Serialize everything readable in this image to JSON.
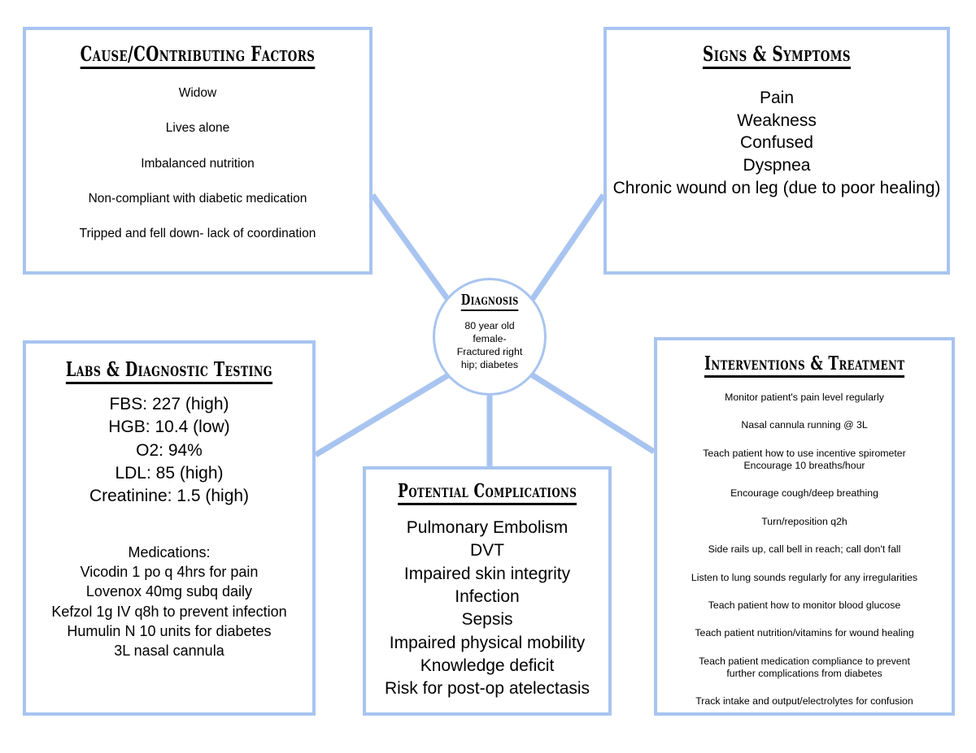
{
  "diagram": {
    "type": "concept-map",
    "colors": {
      "node_border": "#a8c4f0",
      "connector": "#a8c4f0",
      "text": "#000000",
      "background": "#ffffff"
    },
    "center": {
      "heading": "Diagnosis",
      "lines": [
        "80 year old",
        "female-",
        "Fractured right",
        "hip; diabetes"
      ]
    },
    "nodes": [
      {
        "id": "cause",
        "heading": "Cause/COntributing Factors",
        "lines": [
          "Widow",
          "Lives alone",
          "Imbalanced nutrition",
          "Non-compliant with diabetic medication",
          "Tripped and fell down- lack of coordination"
        ]
      },
      {
        "id": "signs",
        "heading": "Signs & Symptoms",
        "lines": [
          "Pain",
          "Weakness",
          "Confused",
          "Dyspnea",
          "Chronic wound on leg (due to poor healing)"
        ]
      },
      {
        "id": "labs",
        "heading": "Labs & Diagnostic Testing",
        "lines": [
          "FBS: 227 (high)",
          "HGB: 10.4 (low)",
          "O2: 94%",
          "LDL: 85 (high)",
          "Creatinine: 1.5 (high)"
        ],
        "lines2": [
          "Medications:",
          "Vicodin 1 po q 4hrs for pain",
          "Lovenox 40mg subq daily",
          "Kefzol 1g IV q8h to prevent infection",
          "Humulin N 10 units for diabetes",
          "3L nasal cannula"
        ]
      },
      {
        "id": "complications",
        "heading": "Potential Complications",
        "lines": [
          "Pulmonary Embolism",
          "DVT",
          "Impaired skin integrity",
          "Infection",
          "Sepsis",
          "Impaired physical mobility",
          "Knowledge deficit",
          "Risk for post-op atelectasis"
        ]
      },
      {
        "id": "interventions",
        "heading": "Interventions & Treatment",
        "lines": [
          "Monitor patient's pain level regularly",
          "Nasal cannula running @ 3L",
          "Teach patient how to use incentive spirometer",
          "Encourage 10 breaths/hour",
          "Encourage cough/deep breathing",
          "Turn/reposition q2h",
          "Side rails up, call bell in reach; call don't fall",
          "Listen to lung sounds regularly for any irregularities",
          "Teach patient how to monitor blood glucose",
          "Teach patient nutrition/vitamins for wound healing",
          "Teach patient medication compliance to prevent",
          "further complications from diabetes",
          "Track intake and output/electrolytes for confusion"
        ]
      }
    ]
  }
}
